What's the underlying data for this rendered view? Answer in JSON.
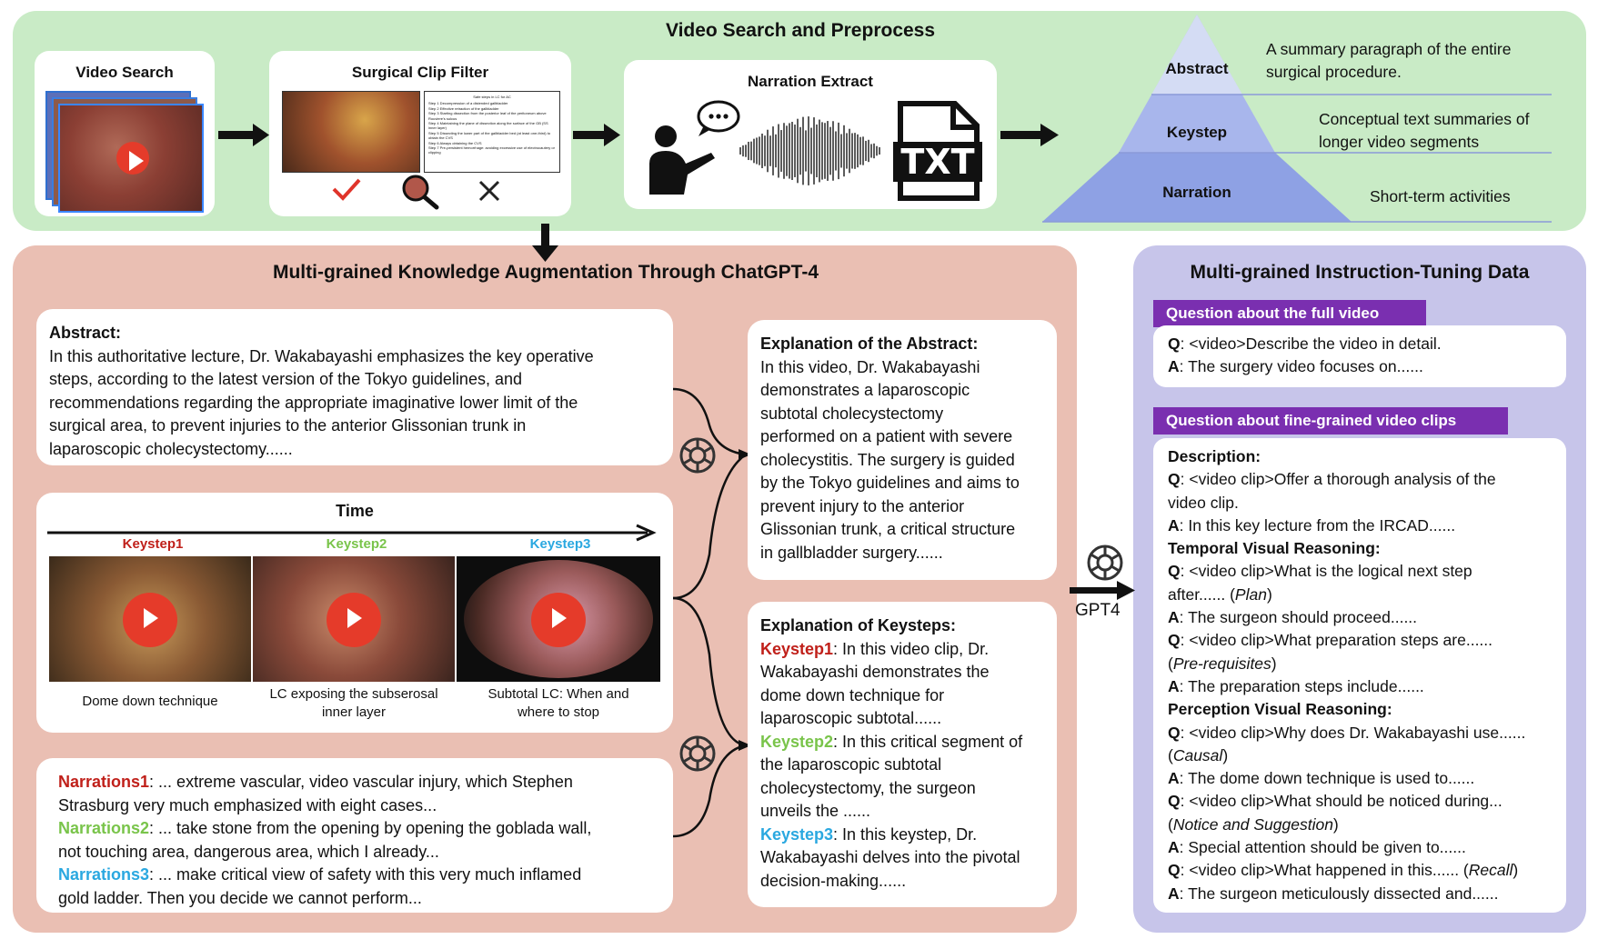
{
  "top": {
    "title": "Video Search and Preprocess",
    "video_search": "Video Search",
    "clip_filter": {
      "title": "Surgical Clip Filter",
      "doc_title": "Safe steps in LC for AC",
      "doc_steps": [
        "Step 1 Decompression of a distended gallbladder",
        "Step 2 Effective retraction of the gallbladder",
        "Step 3 Starting dissection from the posterior leaf of the peritoneum above Rouviere's sulcus",
        "Step 4 Maintaining the plane of dissection along the surface of the GB (SS inner layer)",
        "Step 5 Dissecting the lower part of the gallbladder bed (at least one-third) to obtain the CVS",
        "Step 6 Always obtaining the CVS",
        "Step 7 Pre-persistent hemorrhage: avoiding excessive use of electrocautery or clipping"
      ]
    },
    "narration_extract": "Narration Extract",
    "txt_label": "TXT",
    "pyramid": {
      "levels": [
        "Abstract",
        "Keystep",
        "Narration"
      ],
      "descriptions": [
        [
          "A summary paragraph of the entire",
          "surgical procedure."
        ],
        [
          "Conceptual text summaries of",
          "longer video segments"
        ],
        [
          "Short-term activities"
        ]
      ]
    }
  },
  "middle": {
    "title": "Multi-grained Knowledge Augmentation Through ChatGPT-4",
    "abstract": {
      "label": "Abstract:",
      "lines": [
        "In this authoritative lecture, Dr. Wakabayashi emphasizes the key operative",
        "steps, according to the latest version of the Tokyo guidelines, and",
        "recommendations regarding the appropriate imaginative lower limit of the",
        "surgical area, to prevent injuries to the anterior Glissonian trunk in",
        "laparoscopic cholecystectomy......"
      ]
    },
    "timeline": {
      "time_label": "Time",
      "keysteps": [
        "Keystep1",
        "Keystep2",
        "Keystep3"
      ],
      "captions": [
        [
          "Dome down technique"
        ],
        [
          "LC exposing the subserosal",
          "inner layer"
        ],
        [
          "Subtotal LC: When and",
          "where to stop"
        ]
      ]
    },
    "narrations": [
      {
        "label": "Narrations1",
        "lines": [
          ": ... extreme vascular, video vascular injury, which Stephen",
          "Strasburg very much emphasized with eight cases..."
        ]
      },
      {
        "label": "Narrations2",
        "lines": [
          ": ... take stone from the opening by opening the goblada wall,",
          "not touching area, dangerous area, which I already..."
        ]
      },
      {
        "label": "Narrations3",
        "lines": [
          ": ... make critical view of safety with this very much inflamed",
          "gold ladder. Then you decide we cannot perform..."
        ]
      }
    ],
    "explanation_abstract": {
      "label": "Explanation of the Abstract:",
      "lines": [
        "In this video, Dr. Wakabayashi",
        "demonstrates a laparoscopic",
        "subtotal cholecystectomy",
        "performed on a patient with severe",
        "cholecystitis. The surgery is guided",
        "by the Tokyo guidelines and aims to",
        "prevent injury to the anterior",
        "Glissonian trunk, a critical structure",
        "in gallbladder surgery......"
      ]
    },
    "explanation_keysteps": {
      "label": "Explanation of Keysteps:",
      "items": [
        {
          "label": "Keystep1",
          "lines": [
            ": In this video clip, Dr.",
            "Wakabayashi demonstrates the",
            "dome down technique for",
            "laparoscopic subtotal......"
          ]
        },
        {
          "label": "Keystep2",
          "lines": [
            ": In this critical segment of",
            "the laparoscopic subtotal",
            "cholecystectomy, the surgeon",
            "unveils the ......"
          ]
        },
        {
          "label": "Keystep3",
          "lines": [
            ": In this keystep, Dr.",
            "Wakabayashi delves into the pivotal",
            "decision-making......"
          ]
        }
      ]
    },
    "gpt_label": "GPT4"
  },
  "right": {
    "title": "Multi-grained Instruction-Tuning Data",
    "full_video": {
      "header": "Question about the full video",
      "q": "<video>Describe the video in detail.",
      "a": "The surgery video focuses on......"
    },
    "fine_grained": {
      "header": "Question about fine-grained video clips",
      "sections": {
        "description": "Description:",
        "temporal": "Temporal Visual Reasoning:",
        "perception": "Perception Visual Reasoning:"
      },
      "desc_q1": "<video clip>Offer a thorough analysis of the",
      "desc_q2": "video clip.",
      "desc_a": "In this key lecture from the IRCAD......",
      "t_q1a": "<video clip>What is the logical next step",
      "t_q1b": "after...... (",
      "t_q1b_em": "Plan",
      "t_a1": "The surgeon should proceed......",
      "t_q2a": "<video clip>What preparation steps are......",
      "t_q2b_em": "Pre-requisites",
      "t_a2": "The preparation steps include......",
      "p_q1a": "<video clip>Why does Dr. Wakabayashi use......",
      "p_q1b_em": "Causal",
      "p_a1": "The dome down technique is used to......",
      "p_q2a": "<video clip>What should be noticed during...",
      "p_q2b_em": "Notice and Suggestion",
      "p_a2": "Special attention should be given to......",
      "p_q3a": "<video clip>What happened in this...... (",
      "p_q3b_em": "Recall",
      "p_a3": "The surgeon meticulously dissected and......",
      "q_label": "Q",
      "a_label": "A"
    }
  }
}
